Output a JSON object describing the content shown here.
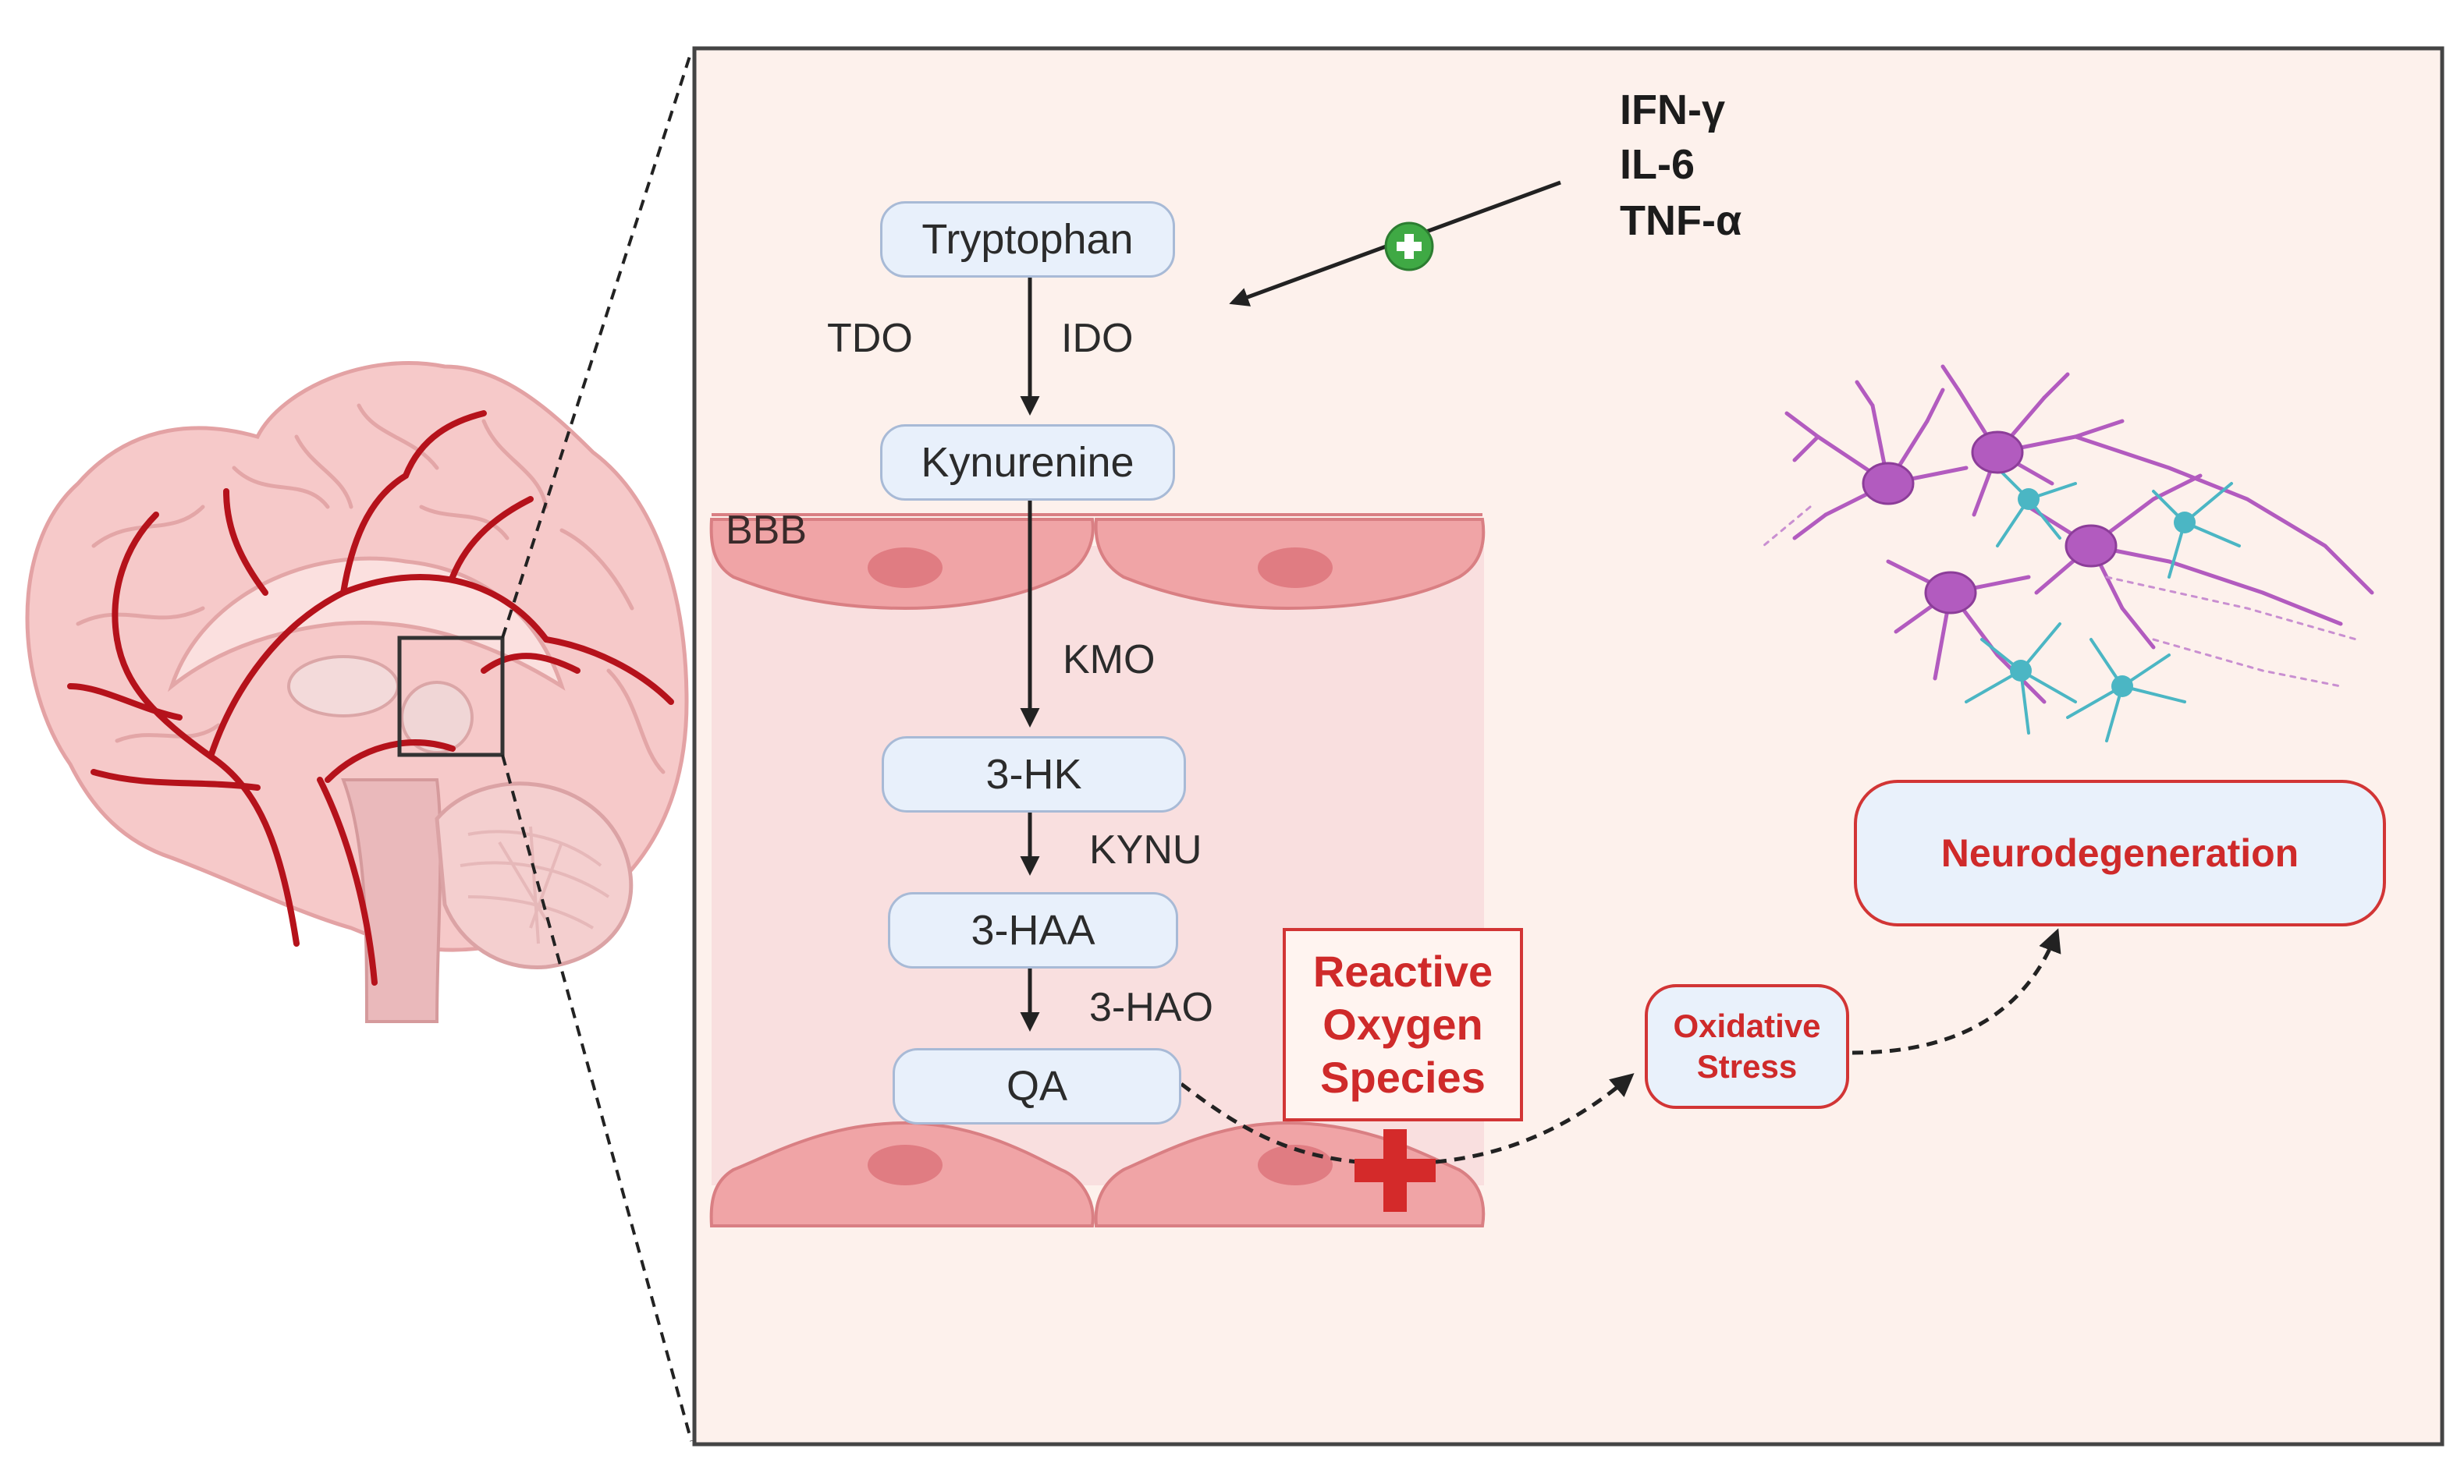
{
  "cytokines": [
    "IFN-γ",
    "IL-6",
    "TNF-α"
  ],
  "pathway": {
    "tryptophan": "Tryptophan",
    "kynurenine": "Kynurenine",
    "hk": "3-HK",
    "haa": "3-HAA",
    "qa": "QA"
  },
  "enzymes": {
    "tdo": "TDO",
    "ido": "IDO",
    "kmo": "KMO",
    "kynu": "KYNU",
    "hao": "3-HAO"
  },
  "bbb_label": "BBB",
  "ros": [
    "Reactive",
    "Oxygen",
    "Species"
  ],
  "oxidative_stress": [
    "Oxidative",
    "Stress"
  ],
  "neurodegeneration": "Neurodegeneration",
  "colors": {
    "panel_bg": "#fdf1ec",
    "bbb_region": "#f9dfdf",
    "cell_fill": "#f0a4a6",
    "node_fill": "#e8f0fb",
    "node_border": "#a8bad6",
    "accent_red": "#d23535",
    "artery_red": "#b5121b",
    "brain_pink": "#f6c9c9",
    "plus_green": "#3fa944",
    "neuron_purple": "#b25bbf",
    "glia_teal": "#4bb6c4"
  }
}
